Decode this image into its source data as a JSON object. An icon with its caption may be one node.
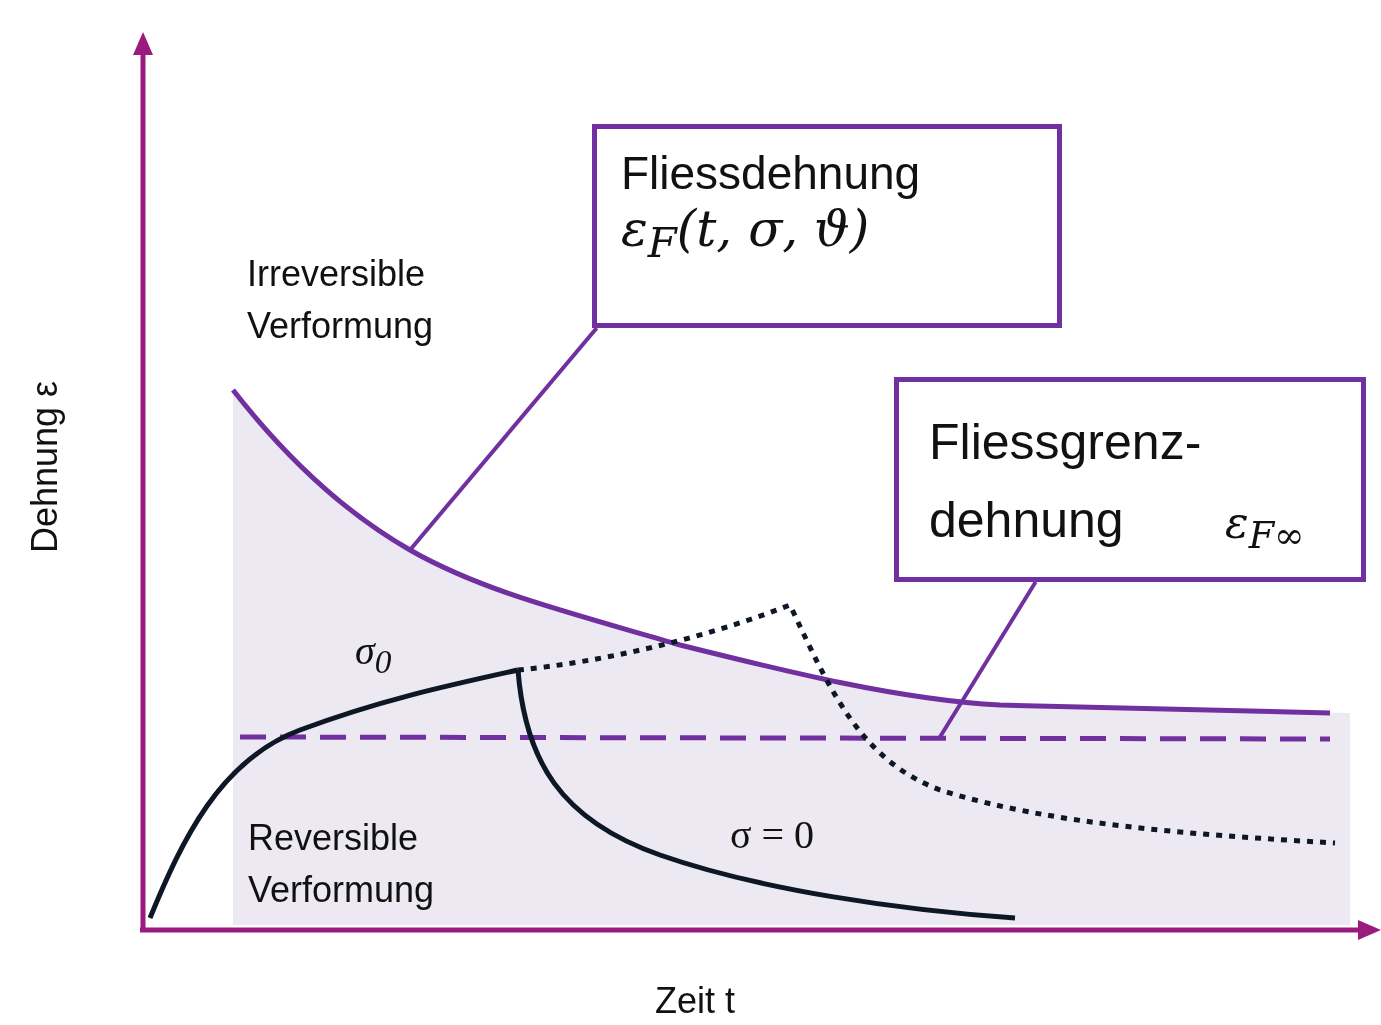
{
  "diagram": {
    "nodes": [
      {
        "text": [
          "Fliessdehnung",
          "ε$_{F}$(t, σ, ϑ)"
        ]
      },
      {
        "text": [
          "Fliessgrenz- dehnung",
          "ε$_{F∞}$"
        ]
      }
    ],
    "edges": [
      {
        "from": 0,
        "to": null,
        "arrow": "none"
      },
      {
        "from": 1,
        "to": null,
        "arrow": "none"
      }
    ],
    "labels": [
      "Irreversible Verformung",
      "σ$_{0}$",
      "Reversible Verformung",
      "σ = 0",
      "Dehnung ε",
      "Zeit t"
    ]
  }
}
